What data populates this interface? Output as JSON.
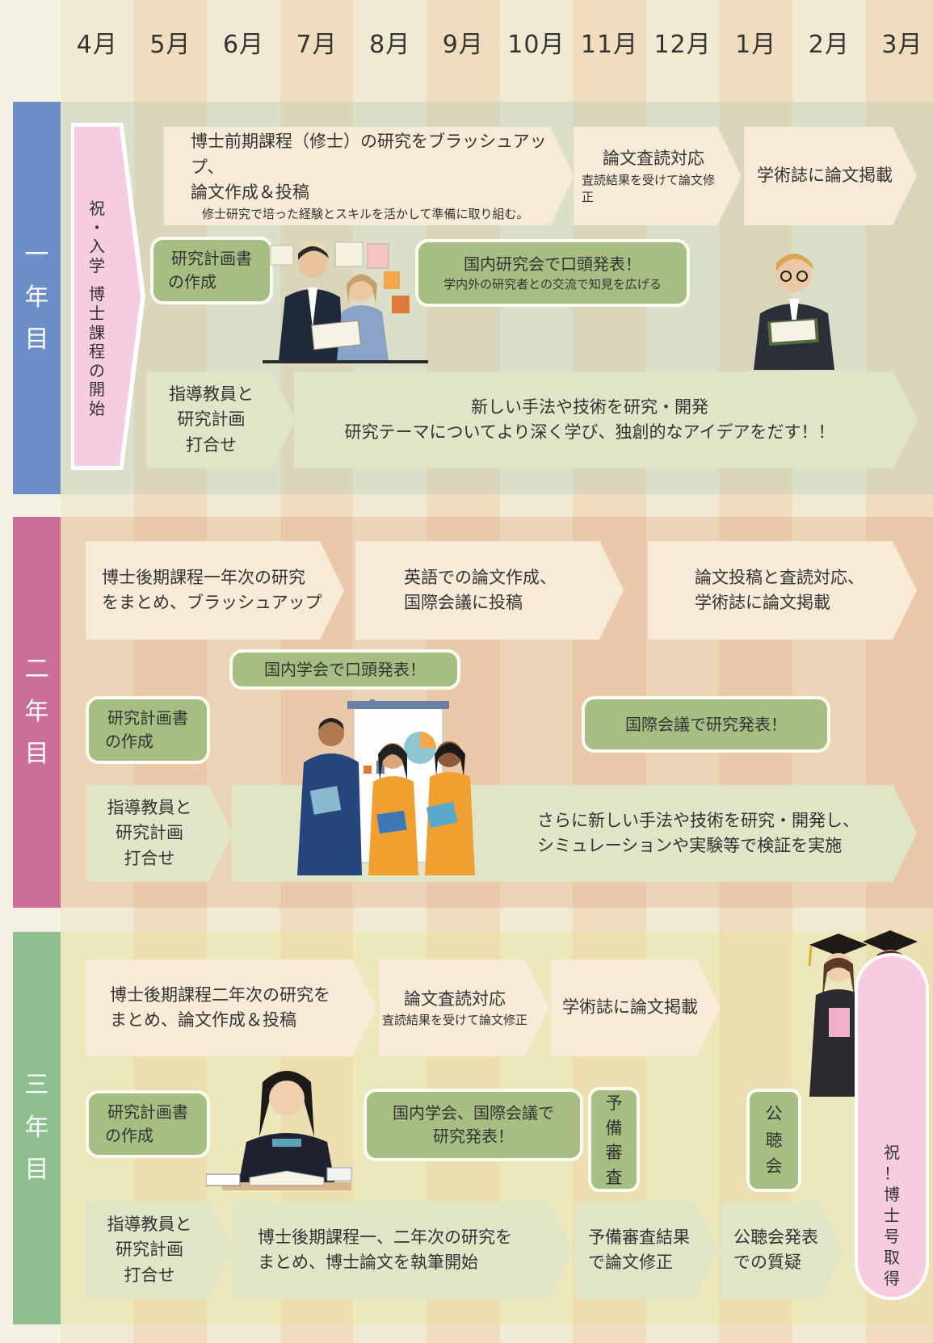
{
  "months": [
    "4月",
    "5月",
    "6月",
    "7月",
    "8月",
    "9月",
    "10月",
    "11月",
    "12月",
    "1月",
    "2月",
    "3月"
  ],
  "colors": {
    "stripe_a": "#f1ead2",
    "stripe_b": "#f0dcbe",
    "year1_tab": "#6b8ec9",
    "year2_tab": "#cb6e99",
    "year3_tab": "#8fbe90",
    "pill_green": "#a7be83",
    "cream": "#f7ebd8",
    "light_green": "#dfe5c6",
    "pink": "#f6cde0"
  },
  "year1": {
    "label": [
      "一",
      "年",
      "目"
    ],
    "start_label": [
      "祝",
      "・",
      "入",
      "学",
      "",
      "博",
      "士",
      "課",
      "程",
      "の",
      "開",
      "始"
    ],
    "box_master": {
      "line1": "博士前期課程（修士）の研究をブラッシュアップ、",
      "line2": "論文作成＆投稿",
      "sub": "修士研究で培った経験とスキルを活かして準備に取り組む。"
    },
    "box_review": {
      "title": "論文査読対応",
      "sub": "査読結果を受けて論文修正"
    },
    "box_publish": "学術誌に論文掲載",
    "plan": {
      "line1": "研究計画書",
      "line2": "の作成"
    },
    "domestic": {
      "title": "国内研究会で口頭発表！",
      "sub": "学内外の研究者との交流で知見を広げる"
    },
    "advisor": {
      "line1": "指導教員と",
      "line2": "研究計画",
      "line3": "打合せ"
    },
    "research": {
      "line1": "新しい手法や技術を研究・開発",
      "line2": "研究テーマについてより深く学び、独創的なアイデアをだす！！"
    }
  },
  "year2": {
    "label": [
      "二",
      "年",
      "目"
    ],
    "box1": {
      "line1": "博士後期課程一年次の研究",
      "line2": "をまとめ、ブラッシュアップ"
    },
    "box2": {
      "line1": "英語での論文作成、",
      "line2": "国際会議に投稿"
    },
    "box3": {
      "line1": "論文投稿と査読対応、",
      "line2": "学術誌に論文掲載"
    },
    "domestic": "国内学会で口頭発表！",
    "plan": {
      "line1": "研究計画書",
      "line2": "の作成"
    },
    "international": "国際会議で研究発表！",
    "advisor": {
      "line1": "指導教員と",
      "line2": "研究計画",
      "line3": "打合せ"
    },
    "research": {
      "line1": "さらに新しい手法や技術を研究・開発し、",
      "line2": "シミュレーションや実験等で検証を実施"
    }
  },
  "year3": {
    "label": [
      "三",
      "年",
      "目"
    ],
    "box1": {
      "line1": "博士後期課程二年次の研究を",
      "line2": "まとめ、論文作成＆投稿"
    },
    "box_review": {
      "title": "論文査読対応",
      "sub": "査読結果を受けて論文修正"
    },
    "box_publish": "学術誌に論文掲載",
    "plan": {
      "line1": "研究計画書",
      "line2": "の作成"
    },
    "conference": {
      "line1": "国内学会、国際会議で",
      "line2": "研究発表！"
    },
    "prelim": [
      "予",
      "備",
      "審",
      "査"
    ],
    "public": [
      "公",
      "聴",
      "会"
    ],
    "advisor": {
      "line1": "指導教員と",
      "line2": "研究計画",
      "line3": "打合せ"
    },
    "thesis": {
      "line1": "博士後期課程一、二年次の研究を",
      "line2": "まとめ、博士論文を執筆開始"
    },
    "revise": {
      "line1": "予備審査結果",
      "line2": "で論文修正"
    },
    "qa": {
      "line1": "公聴会発表",
      "line2": "での質疑"
    },
    "degree": [
      "祝",
      "！",
      "博",
      "士",
      "号",
      "取",
      "得"
    ]
  }
}
